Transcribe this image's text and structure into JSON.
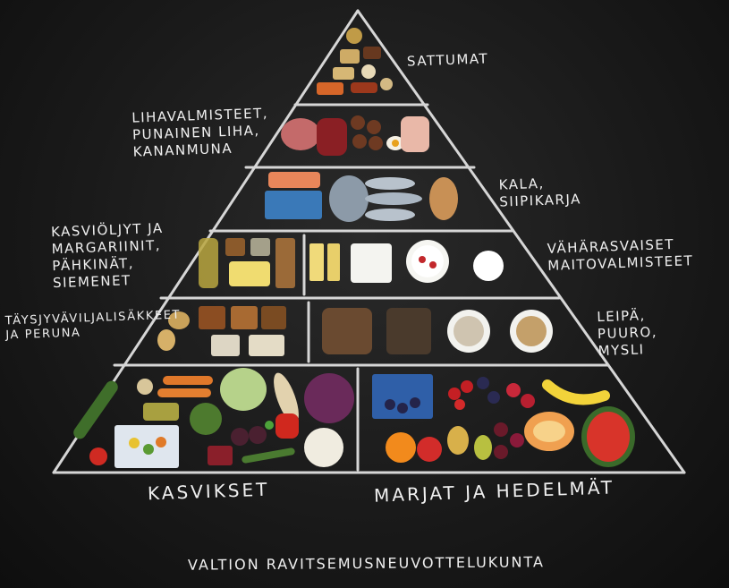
{
  "labels": {
    "sattumat": "Sattumat",
    "meat": "Lihavalmisteet,\npunainen liha,\nkananmuna",
    "fish": "Kala,\nsiipikarja",
    "oils": "Kasviöljyt ja\nmargariinit,\npähkinät,\nsiemenet",
    "dairy": "Vähärasvaiset\nmaitovalmisteet",
    "grains": "Täysjyväviljalisäkkeet\nja peruna",
    "bread": "Leipä,\npuuro,\nmysli",
    "vegetables": "Kasvikset",
    "fruits": "Marjat ja hedelmät",
    "footer": "Valtion ravitsemusneuvottelukunta"
  },
  "colors": {
    "chalk": "#e8e8e8",
    "board": "#1a1a1a"
  }
}
